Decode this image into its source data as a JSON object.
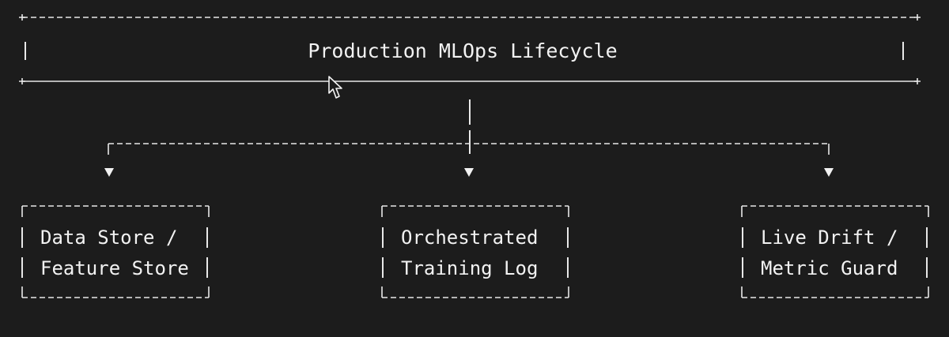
{
  "header": {
    "title": "Production MLOps Lifecycle"
  },
  "nodes": [
    {
      "id": "data-store",
      "lines": [
        "Data Store /",
        "Feature Store"
      ]
    },
    {
      "id": "training-log",
      "lines": [
        "Orchestrated",
        "Training Log"
      ]
    },
    {
      "id": "drift-guard",
      "lines": [
        "Live Drift /",
        "Metric Guard"
      ]
    }
  ],
  "colors": {
    "background": "#1c1c1c",
    "foreground": "#f2f2f2"
  },
  "icons": {
    "cursor": "mouse-pointer-icon"
  }
}
